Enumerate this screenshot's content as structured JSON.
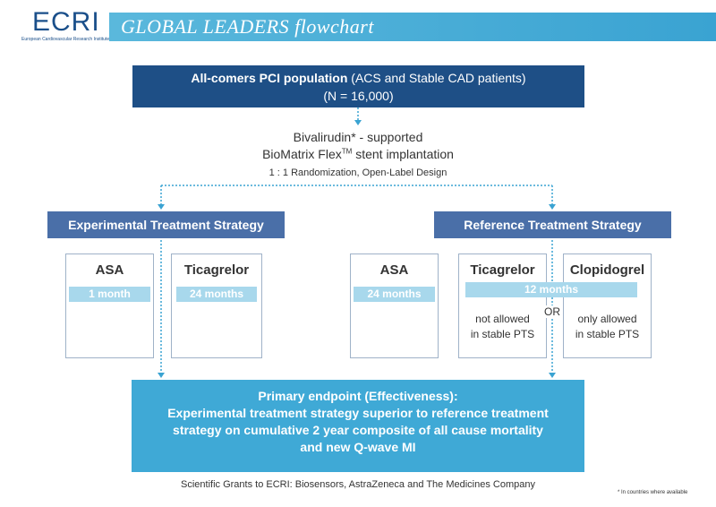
{
  "header": {
    "logo": "ECRI",
    "logo_subtitle": "European Cardiovascular Research Institute",
    "title": "GLOBAL LEADERS flowchart"
  },
  "population": {
    "line1_bold": "All-comers PCI population",
    "line1_rest": " (ACS and Stable CAD patients)",
    "line2": "(N = 16,000)"
  },
  "procedure": {
    "line1": "Bivalirudin* - supported",
    "line2_pre": "BioMatrix Flex",
    "line2_sup": "TM",
    "line2_post": " stent implantation",
    "line3": "1 : 1 Randomization, Open-Label Design"
  },
  "experimental": {
    "title": "Experimental Treatment Strategy",
    "drugs": [
      {
        "name": "ASA",
        "duration": "1 month"
      },
      {
        "name": "Ticagrelor",
        "duration": "24 months"
      }
    ]
  },
  "reference": {
    "title": "Reference Treatment Strategy",
    "asa": {
      "name": "ASA",
      "duration": "24 months"
    },
    "ticagrelor": {
      "name": "Ticagrelor",
      "note_line1": "not allowed",
      "note_line2": "in stable PTS"
    },
    "clopidogrel": {
      "name": "Clopidogrel",
      "note_line1": "only allowed",
      "note_line2": "in stable PTS"
    },
    "shared_duration": "12 months",
    "or_label": "OR"
  },
  "endpoint": {
    "line1": "Primary endpoint (Effectiveness):",
    "line2": "Experimental treatment strategy superior to reference treatment",
    "line3": "strategy on cumulative 2 year composite of all cause mortality",
    "line4": "and new Q-wave MI"
  },
  "footer": {
    "grants": "Scientific Grants to ECRI: Biosensors, AstraZeneca and The Medicines Company",
    "footnote": "* In countries where available"
  },
  "colors": {
    "dark_blue": "#1e4f86",
    "mid_blue": "#4a6fa8",
    "light_blue": "#3fa9d6",
    "duration_bar": "#a8d8ec",
    "connector": "#3aa3d2"
  }
}
